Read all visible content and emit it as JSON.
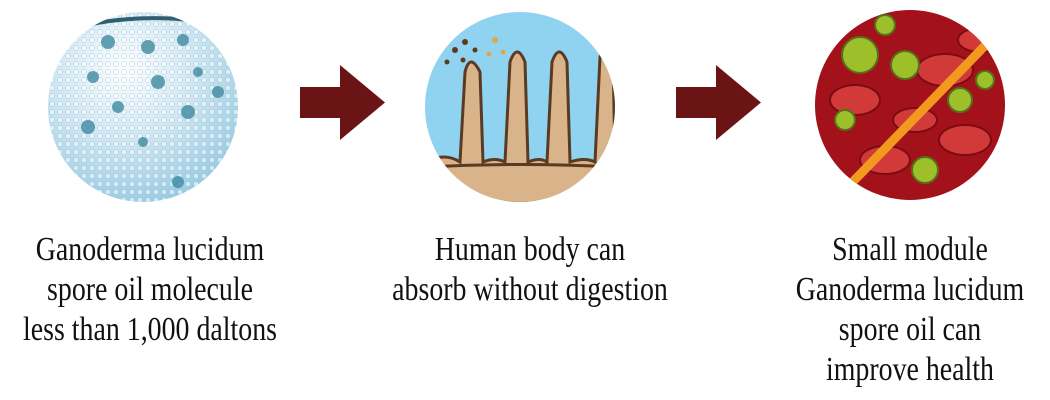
{
  "steps": [
    {
      "lines": [
        "Ganoderma lucidum",
        "spore oil molecule",
        "less than 1,000 daltons"
      ]
    },
    {
      "lines": [
        "Human body can",
        "absorb without digestion"
      ]
    },
    {
      "lines": [
        "Small module",
        "Ganoderma lucidum",
        "spore oil can",
        "improve health"
      ]
    }
  ],
  "colors": {
    "arrow": "#6b1416",
    "molecule_bg": "#cfe6f2",
    "body_bg": "#8fd3f0",
    "tissue": "#d9b48a",
    "blood": "#b3161c",
    "cancel_line": "#f29a1f"
  },
  "icons": [
    "spore-oil-molecule-image",
    "intestinal-villi-illustration",
    "blood-cells-image",
    "right-arrow-icon"
  ]
}
